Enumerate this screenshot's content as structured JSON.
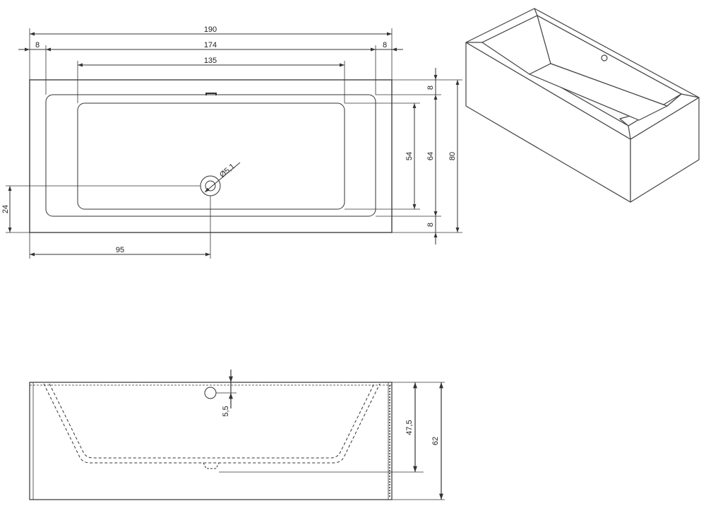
{
  "top_view": {
    "dims": {
      "overall_length": "190",
      "inner_length": "174",
      "basin_length": "135",
      "rim_left": "8",
      "rim_right": "8",
      "drain_diameter": "Ø5,1",
      "drain_offset_x": "95",
      "drain_offset_y": "24",
      "overall_width": "80",
      "inner_width": "64",
      "basin_width": "54",
      "rim_top": "8",
      "rim_bottom": "8"
    }
  },
  "side_view": {
    "dims": {
      "overflow_offset": "5,5",
      "inner_depth": "47,5",
      "overall_height": "62"
    }
  },
  "colors": {
    "line": "#333333",
    "outline": "#444444"
  }
}
